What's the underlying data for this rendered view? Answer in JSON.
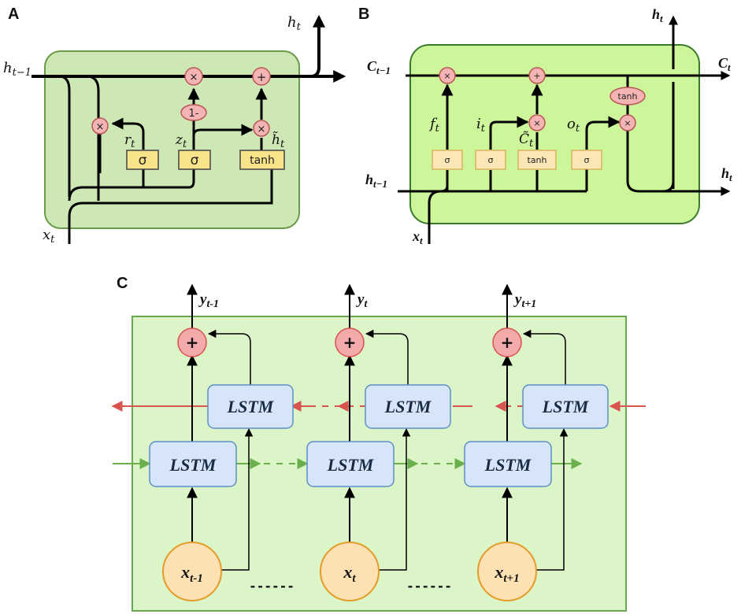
{
  "panels": {
    "A": {
      "letter": "A",
      "labels": {
        "h_prev": "h",
        "h_prev_sub": "t−1",
        "h_out": "h",
        "h_out_sub": "t",
        "x": "x",
        "x_sub": "t",
        "r": "r",
        "r_sub": "t",
        "z": "z",
        "z_sub": "t",
        "h_tilde": "h̃",
        "h_tilde_sub": "t"
      },
      "gates": {
        "sigma1": "σ",
        "sigma2": "σ",
        "tanh": "tanh",
        "one_minus": "1-"
      },
      "ops": {
        "mult1": "×",
        "mult2": "×",
        "mult3": "×",
        "add": "+"
      }
    },
    "B": {
      "letter": "B",
      "labels": {
        "c_prev": "C",
        "c_prev_sub": "t−1",
        "c_out": "C",
        "c_out_sub": "t",
        "h_prev": "h",
        "h_prev_sub": "t−1",
        "h_top": "h",
        "h_top_sub": "t",
        "h_out": "h",
        "h_out_sub": "t",
        "x": "x",
        "x_sub": "t",
        "f": "f",
        "f_sub": "t",
        "i": "i",
        "i_sub": "t",
        "c_tilde": "C̃",
        "c_tilde_sub": "t",
        "o": "o",
        "o_sub": "t"
      },
      "gates": {
        "sigma1": "σ",
        "sigma2": "σ",
        "tanh": "tanh",
        "sigma3": "σ",
        "tanh_out": "tanh"
      },
      "ops": {
        "mult1": "×",
        "add": "+",
        "mult2": "×",
        "mult3": "×"
      }
    },
    "C": {
      "letter": "C",
      "outputs": [
        {
          "y": "y",
          "sub": "t-1"
        },
        {
          "y": "y",
          "sub": "t"
        },
        {
          "y": "y",
          "sub": "t+1"
        }
      ],
      "inputs": [
        {
          "x": "x",
          "sub": "t-1"
        },
        {
          "x": "x",
          "sub": "t"
        },
        {
          "x": "x",
          "sub": "t+1"
        }
      ],
      "lstm_label": "LSTM",
      "add_symbol": "+",
      "dots": "------",
      "colors": {
        "background": "#dcf5c8",
        "lstm_fill": "#d6e6f8",
        "lstm_stroke": "#5b8fc7",
        "forward_arrow": "#6ab04c",
        "backward_arrow": "#d9534f",
        "add_fill": "#f4aaaa",
        "input_fill": "#fde1b3",
        "input_stroke": "#e69a2a"
      }
    }
  }
}
